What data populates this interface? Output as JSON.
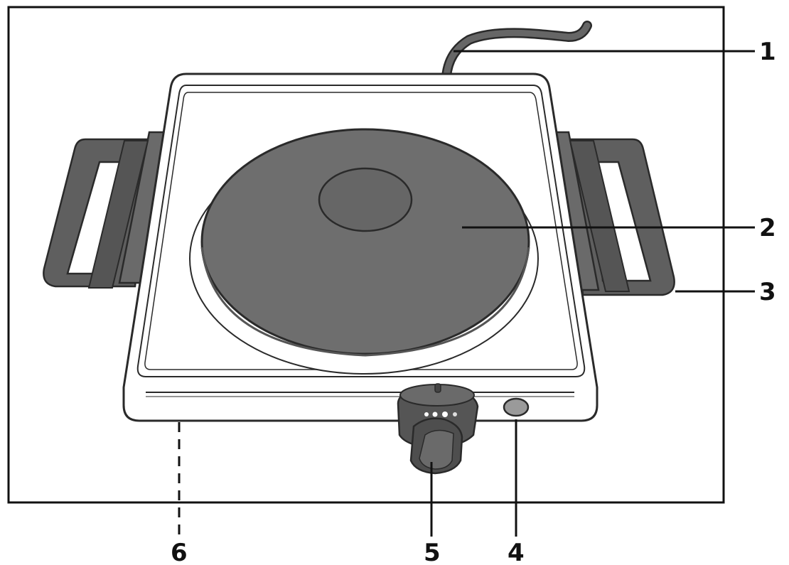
{
  "callouts": [
    {
      "id": "1",
      "label": "1"
    },
    {
      "id": "2",
      "label": "2"
    },
    {
      "id": "3",
      "label": "3"
    },
    {
      "id": "4",
      "label": "4"
    },
    {
      "id": "5",
      "label": "5"
    },
    {
      "id": "6",
      "label": "6"
    }
  ],
  "colors": {
    "stroke": "#2a2a2a",
    "body": "#ffffff",
    "plate": "#6e6e6e",
    "plate_center": "#666666",
    "handle": "#5f5f5f",
    "handle_dark": "#4e4e4e",
    "knob": "#555555",
    "lamp": "#9a9a9a"
  }
}
